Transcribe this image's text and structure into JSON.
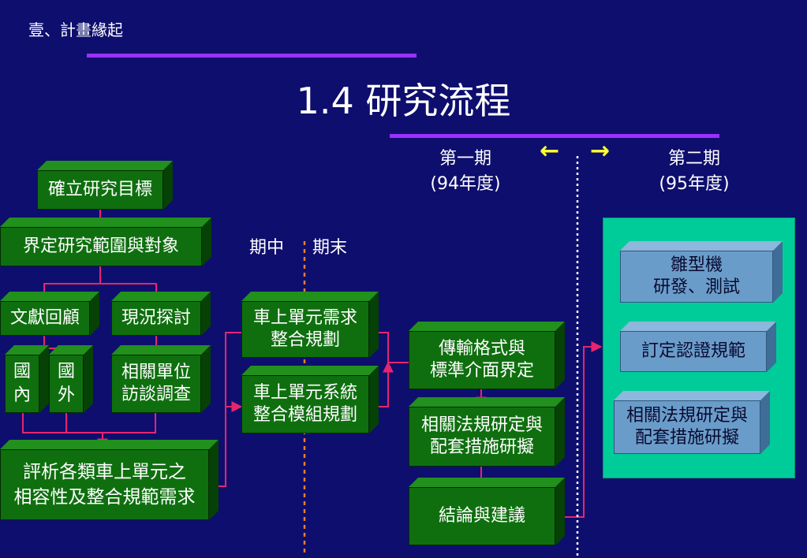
{
  "section_heading": "壹、計畫緣起",
  "title": "1.4 研究流程",
  "phase1": {
    "line1": "第一期",
    "line2": "(94年度)"
  },
  "phase2": {
    "line1": "第二期",
    "line2": "(95年度)"
  },
  "arrows": {
    "left": "←",
    "right": "→"
  },
  "milestones": {
    "mid": "期中",
    "end": "期末"
  },
  "boxes": {
    "objective": "確立研究目標",
    "scope": "界定研究範圍與對象",
    "literature": "文獻回顧",
    "status": "現況探討",
    "domestic": [
      "國",
      "內"
    ],
    "foreign": [
      "國",
      "外"
    ],
    "interview": [
      "相關單位",
      "訪談調查"
    ],
    "analysis": [
      "評析各類車上單元之",
      "相容性及整合規範需求"
    ],
    "unit_req": [
      "車上單元需求",
      "整合規劃"
    ],
    "unit_sys": [
      "車上單元系統",
      "整合模組規劃"
    ],
    "transfer": [
      "傳輸格式與",
      "標準介面界定"
    ],
    "regulation": [
      "相關法規研定與",
      "配套措施研擬"
    ],
    "conclusion": "結論與建議"
  },
  "phase2_boxes": {
    "prototype": [
      "雛型機",
      "研發、測試"
    ],
    "certification": "訂定認證規範",
    "regulation": [
      "相關法規研定與",
      "配套措施研擬"
    ]
  },
  "colors": {
    "background": "#0e0e6e",
    "accent_rule": "#9b30ff",
    "box_green": "#0f6f0f",
    "box_blue": "#6a9cc9",
    "panel": "#00cc99",
    "connector": "#e8246e",
    "milestone_line": "#f07c2a",
    "phase_divider": "#ffffff",
    "phase_arrow": "#ffff33"
  }
}
